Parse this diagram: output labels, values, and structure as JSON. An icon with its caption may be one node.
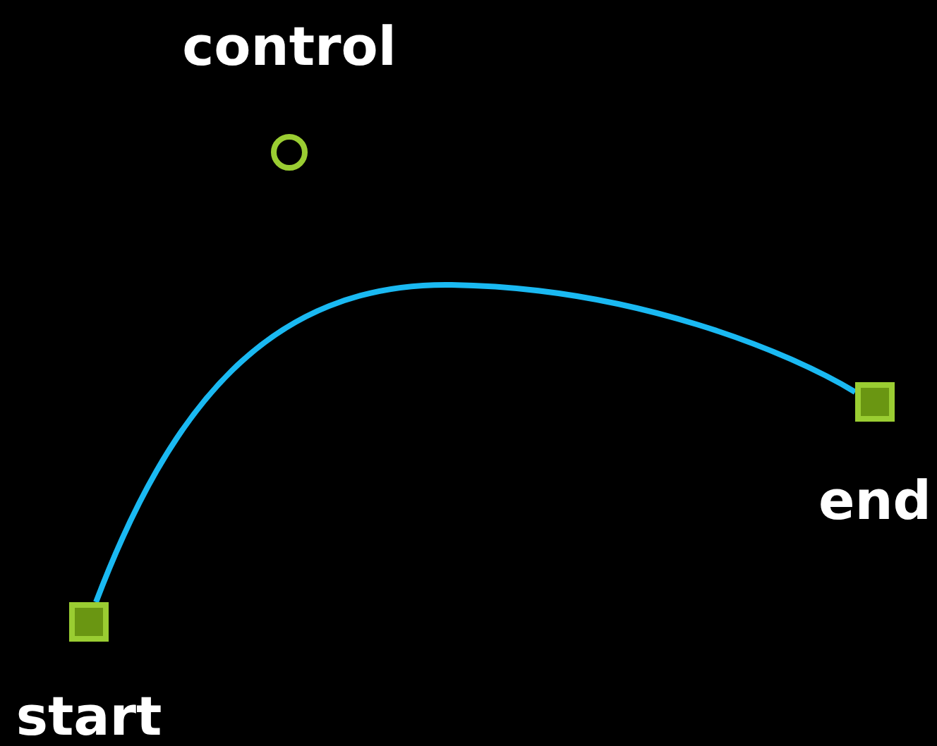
{
  "diagram": {
    "nodes": [
      {
        "text": [],
        "shape": "circle",
        "beside": [
          "control"
        ]
      },
      {
        "text": [],
        "shape": "box",
        "beside": [
          "end"
        ]
      },
      {
        "text": [],
        "shape": "box",
        "beside": [
          "start"
        ]
      }
    ],
    "edges": [
      {
        "from": 2,
        "to": 1,
        "arrow": "none",
        "color": "#1ab9f2"
      }
    ]
  }
}
